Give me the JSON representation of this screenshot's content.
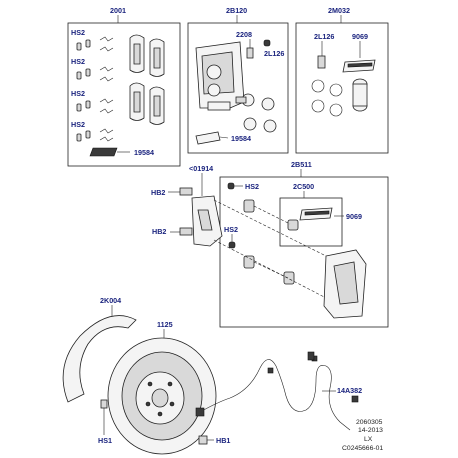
{
  "labels": {
    "group_2001": "2001",
    "group_2b120": "2B120",
    "group_2m032": "2M032",
    "hs2_a": "HS2",
    "hs2_b": "HS2",
    "hs2_c": "HS2",
    "hs2_d": "HS2",
    "p19584_a": "19584",
    "p2208": "2208",
    "p2l126_a": "2L126",
    "p19584_b": "19584",
    "p2l126_b": "2L126",
    "p9069_a": "9069",
    "p01914": "<01914",
    "hb2_a": "HB2",
    "hb2_b": "HB2",
    "group_2b511": "2B511",
    "hs2_e": "HS2",
    "p2c500": "2C500",
    "p9069_b": "9069",
    "hs2_f": "HS2",
    "p2k004": "2K004",
    "p1125": "1125",
    "p14a382": "14A382",
    "hs1": "HS1",
    "hb1": "HB1"
  },
  "footer": {
    "code": "2060305",
    "date": "14-2013",
    "model": "LX",
    "ref": "C0245666-01"
  },
  "colors": {
    "label": "#1a237e",
    "line": "#222222",
    "background": "#ffffff"
  }
}
